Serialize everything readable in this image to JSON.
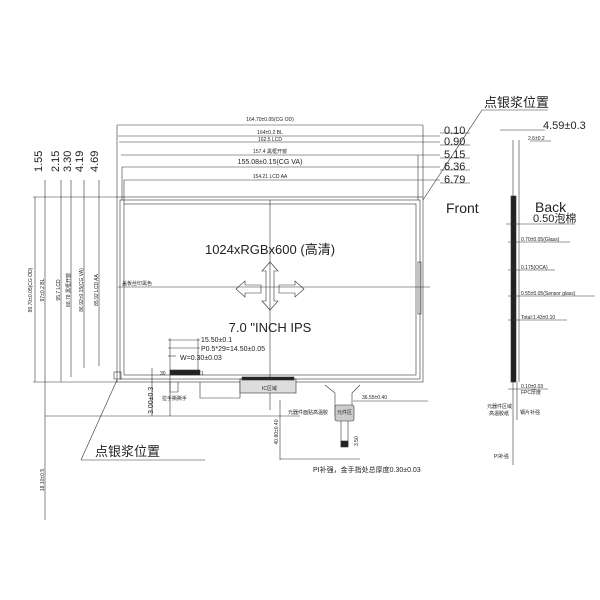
{
  "title": {
    "resolution": "1024xRGBx600 (高清)",
    "size": "7.0 \"INCH IPS"
  },
  "top_dims": {
    "cg_od": "164.70±0.05(CG OD)",
    "bl": "164±0.2 BL",
    "lcd": "162.5 LCD",
    "ink": "157.4  黑框开窗",
    "cg_va": "155.08±0.15(CG VA)",
    "lcd_aa": "154.21 LCD AA"
  },
  "right_offsets": [
    "0.10",
    "0.90",
    "5.15",
    "6.36",
    "6.79"
  ],
  "left_offsets": [
    "1.55",
    "2.15",
    "3.30",
    "4.19",
    "4.69"
  ],
  "left_dims": {
    "cg_od": "99.70±0.05(CG OD)",
    "bl": "97±0.2 BL",
    "lcd": "95.7 LCD",
    "ink": "88.78 黑框开窗",
    "cg_va": "86.92±0.15(CG VA)",
    "lcd_aa": "85.92 LCD AA",
    "bottom": "18.10±0.5"
  },
  "silver_paste": "点银浆位置",
  "silk_label": "盖板丝印黑色",
  "fpc": {
    "width": "15.50±0.1",
    "pitch": "P0.5*29=14.50±0.05",
    "w": "W=0.30±0.03",
    "pin30": "30",
    "pin1": "1",
    "offset": "3.00±0.3",
    "tab_label": "拉手撕撕手",
    "ic": "IC区域",
    "length": "40.80±0.40",
    "right": "36.55±0.40",
    "comp_note": "元器件面贴高温胶",
    "comp": "元件区",
    "tail": "3.50",
    "pi_note": "PI补强，金手指处总厚度0.30±0.03"
  },
  "side_view": {
    "front": "Front",
    "back": "Back",
    "thickness": "4.59±0.3",
    "small": "2.6±0.2",
    "foam": "0.50泡棉",
    "layers": [
      "0.70±0.05(Glass)",
      "0.175(OCA)",
      "0.55±0.05(Sensor glass)",
      "Total:1.43±0.10"
    ],
    "fpc_thick": "0.10±0.03",
    "fpc_label": "FPC厚度",
    "notes": [
      "元器件区域",
      "高温胶纸",
      "钢片补强",
      "PI补强"
    ]
  }
}
